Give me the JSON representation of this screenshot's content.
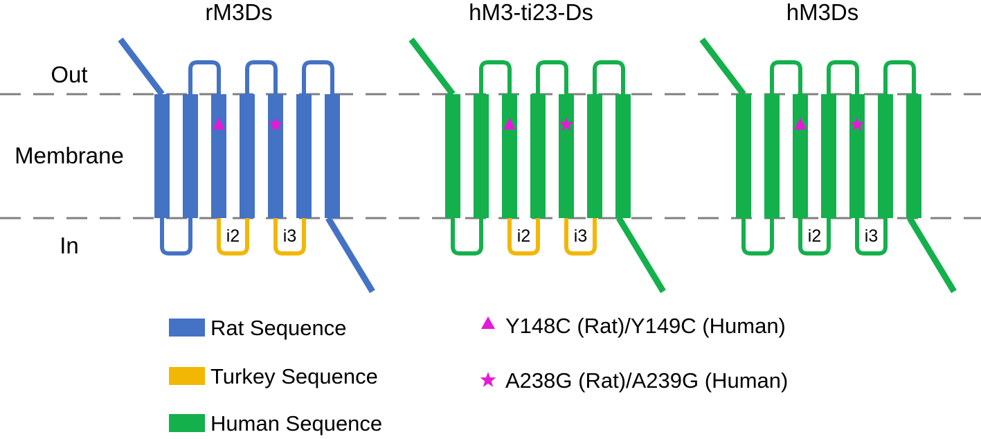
{
  "colors": {
    "rat": "#4472C4",
    "turkey": "#F2B705",
    "human": "#14B04C",
    "mutation": "#E619D8",
    "membrane_line": "#7f7f7f"
  },
  "side_labels": {
    "out": "Out",
    "membrane": "Membrane",
    "in": "In"
  },
  "receptors": [
    {
      "title": "rM3Ds",
      "tm_color": "rat",
      "i2_color": "turkey",
      "i3_color": "turkey",
      "i2_label": "i2",
      "i3_label": "i3"
    },
    {
      "title": "hM3-ti23-Ds",
      "tm_color": "human",
      "i2_color": "turkey",
      "i3_color": "turkey",
      "i2_label": "i2",
      "i3_label": "i3"
    },
    {
      "title": "hM3Ds",
      "tm_color": "human",
      "i2_color": "human",
      "i3_color": "human",
      "i2_label": "i2",
      "i3_label": "i3"
    }
  ],
  "legend": {
    "sequences": [
      {
        "label": "Rat Sequence",
        "color": "rat"
      },
      {
        "label": "Turkey Sequence",
        "color": "turkey"
      },
      {
        "label": "Human Sequence",
        "color": "human"
      }
    ],
    "mutations": [
      {
        "symbol": "triangle",
        "label": "Y148C (Rat)/Y149C (Human)"
      },
      {
        "symbol": "star",
        "label": "A238G (Rat)/A239G (Human)"
      }
    ]
  }
}
